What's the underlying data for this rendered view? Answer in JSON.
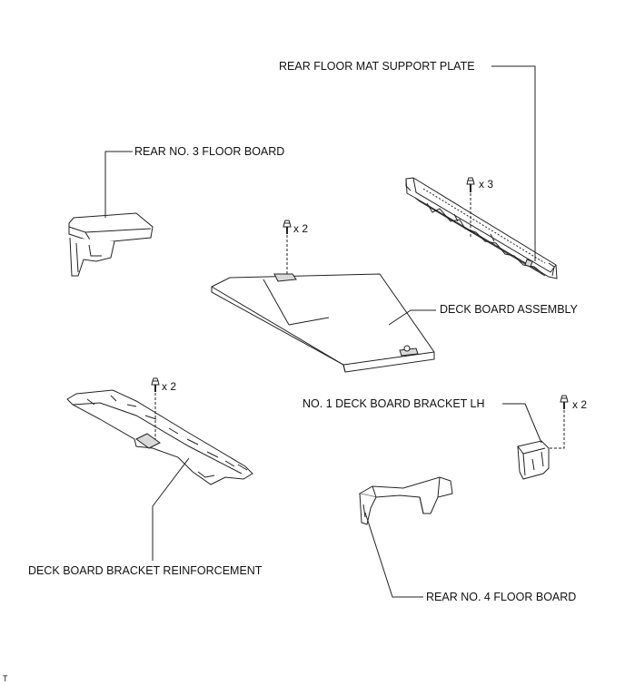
{
  "labels": {
    "rear_floor_mat_support_plate": "REAR FLOOR MAT SUPPORT PLATE",
    "rear_no3_floor_board": "REAR NO. 3 FLOOR BOARD",
    "deck_board_assembly": "DECK BOARD ASSEMBLY",
    "no1_deck_board_bracket_lh": "NO. 1 DECK BOARD BRACKET LH",
    "deck_board_bracket_reinforcement": "DECK BOARD BRACKET REINFORCEMENT",
    "rear_no4_floor_board": "REAR NO. 4 FLOOR BOARD"
  },
  "quantities": {
    "support_plate_bolts": "x 3",
    "deck_board_bolts": "x 2",
    "reinforcement_bolts": "x 2",
    "bracket_bolts": "x 2"
  },
  "corner_mark": "T",
  "colors": {
    "line": "#222222",
    "part_fill": "#ffffff",
    "shade": "#d9d9d9",
    "text": "#111111"
  }
}
